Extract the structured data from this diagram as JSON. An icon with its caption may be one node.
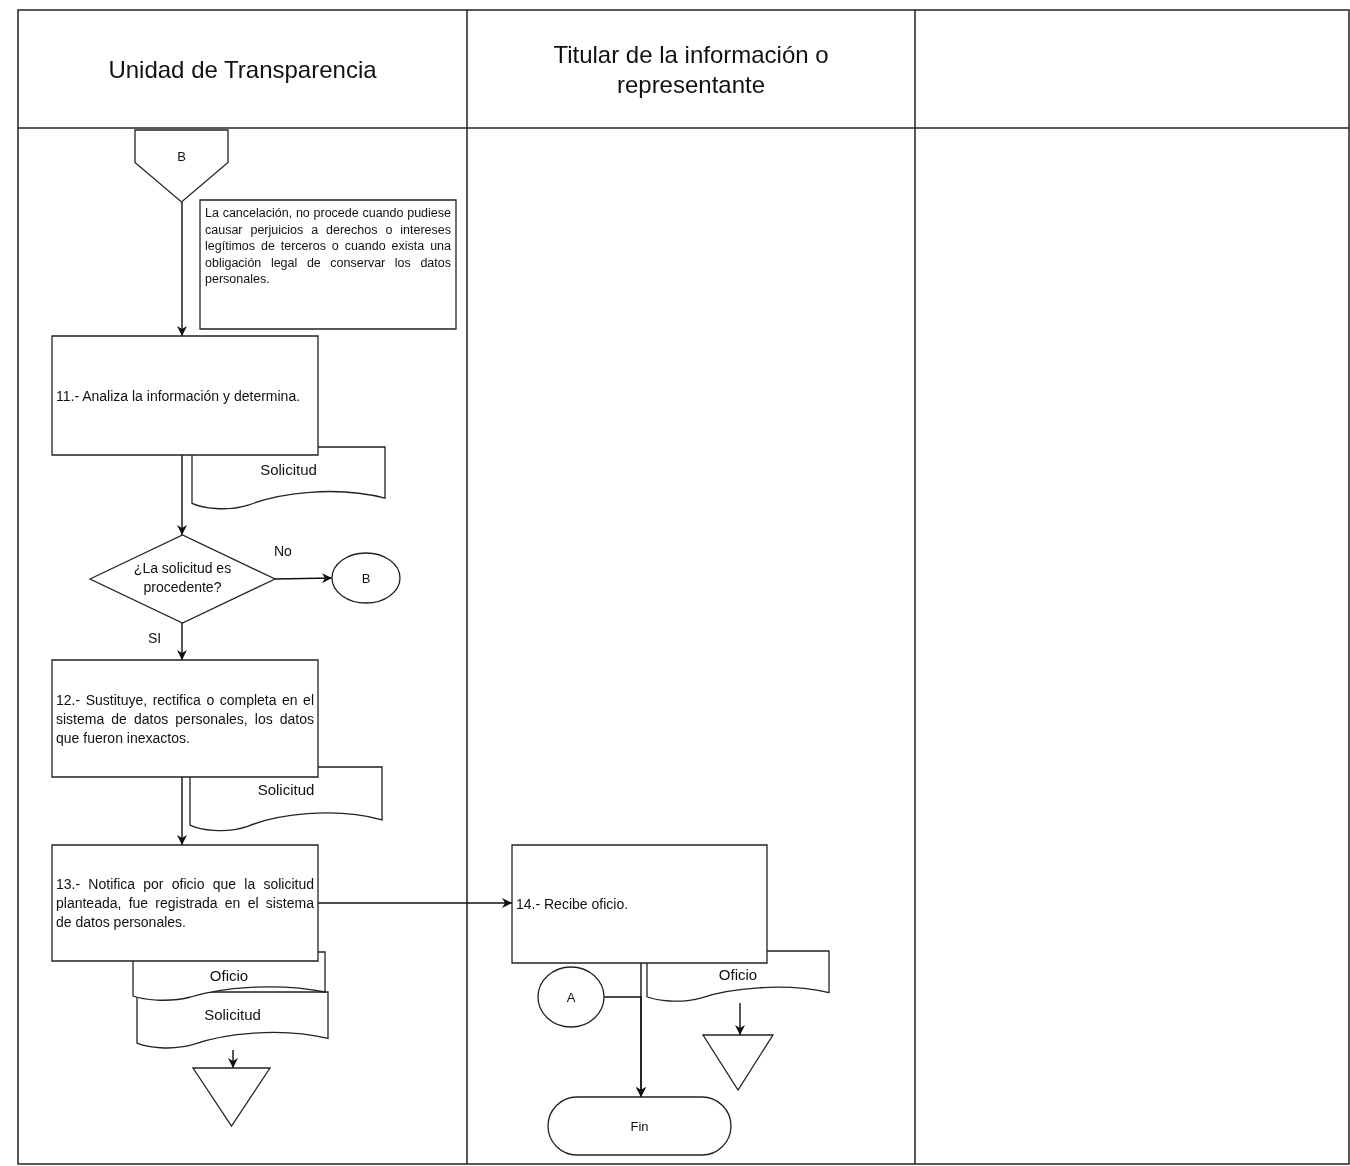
{
  "diagram": {
    "nodes": [
      {
        "text": [
          "B"
        ]
      },
      {
        "text": [
          "La cancelación, no procede cuando pudiese causar perjuicios a derechos o intereses legítimos de terceros o cuando exista una obligación legal de conservar los datos personales."
        ]
      },
      {
        "text": [
          "11.- Analiza la información y determina."
        ]
      },
      {
        "text": [
          "Solicitud"
        ]
      },
      {
        "text": [
          "¿La solicitud es procedente?"
        ]
      },
      {
        "text": [
          "B"
        ]
      },
      {
        "text": [
          "12.- Sustituye, rectifica o completa en el sistema de datos personales, los datos que fueron inexactos."
        ]
      },
      {
        "text": [
          "Solicitud"
        ]
      },
      {
        "text": [
          "13.- Notifica por oficio que la solicitud planteada, fue registrada en el sistema de datos personales."
        ]
      },
      {
        "text": [
          "Oficio"
        ]
      },
      {
        "text": [
          "Solicitud"
        ]
      },
      {
        "text": [],
        "shape": "triangle"
      },
      {
        "text": [
          "14.- Recibe oficio."
        ]
      },
      {
        "text": [
          "A"
        ]
      },
      {
        "text": [
          "Oficio"
        ]
      },
      {
        "text": [],
        "shape": "triangle"
      },
      {
        "text": [
          "Fin"
        ]
      }
    ],
    "edges": [
      {
        "from": 0,
        "to": 2,
        "arrow": "to"
      },
      {
        "from": 2,
        "to": 4,
        "arrow": "to"
      },
      {
        "from": 4,
        "to": 5,
        "arrow": "to",
        "label": "No"
      },
      {
        "from": 4,
        "to": 6,
        "arrow": "to",
        "label": "SI"
      },
      {
        "from": 6,
        "to": 8,
        "arrow": "to"
      },
      {
        "from": 8,
        "to": 12,
        "arrow": "to"
      },
      {
        "from": 10,
        "to": 11,
        "arrow": "to"
      },
      {
        "from": 12,
        "to": 16,
        "arrow": "to"
      },
      {
        "from": 13,
        "to": 16,
        "arrow": "to"
      },
      {
        "from": 14,
        "to": 15,
        "arrow": "to"
      }
    ],
    "labels": [
      "Unidad de Transparencia",
      "Titular de la información o representante"
    ]
  }
}
